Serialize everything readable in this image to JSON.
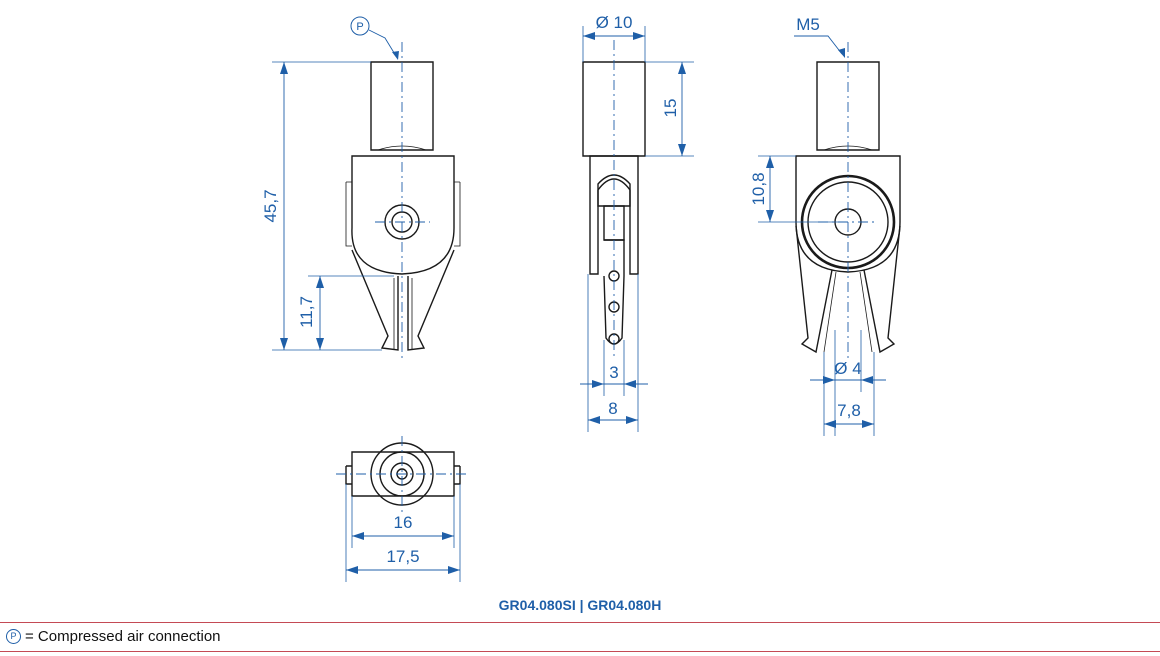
{
  "drawing": {
    "port_symbol": "P",
    "thread_label": "M5",
    "dim_front_overall_height": "45,7",
    "dim_front_jaw_height": "11,7",
    "dim_shank_diameter": "Ø 10",
    "dim_shank_length": "15",
    "dim_side_jaw_width": "3",
    "dim_side_overall_width": "8",
    "dim_rear_pivot_height": "10,8",
    "dim_jaw_bore_diameter": "Ø 4",
    "dim_jaw_span": "7,8",
    "dim_top_inner_width": "16",
    "dim_top_overall_width": "17,5"
  },
  "footer": {
    "title": "GR04.080SI  |  GR04.080H",
    "legend_symbol": "P",
    "legend_text": "= Compressed air connection"
  },
  "colors": {
    "dimension": "#1f5fa8",
    "outline": "#1a1a1a",
    "divider": "#c44a55"
  }
}
